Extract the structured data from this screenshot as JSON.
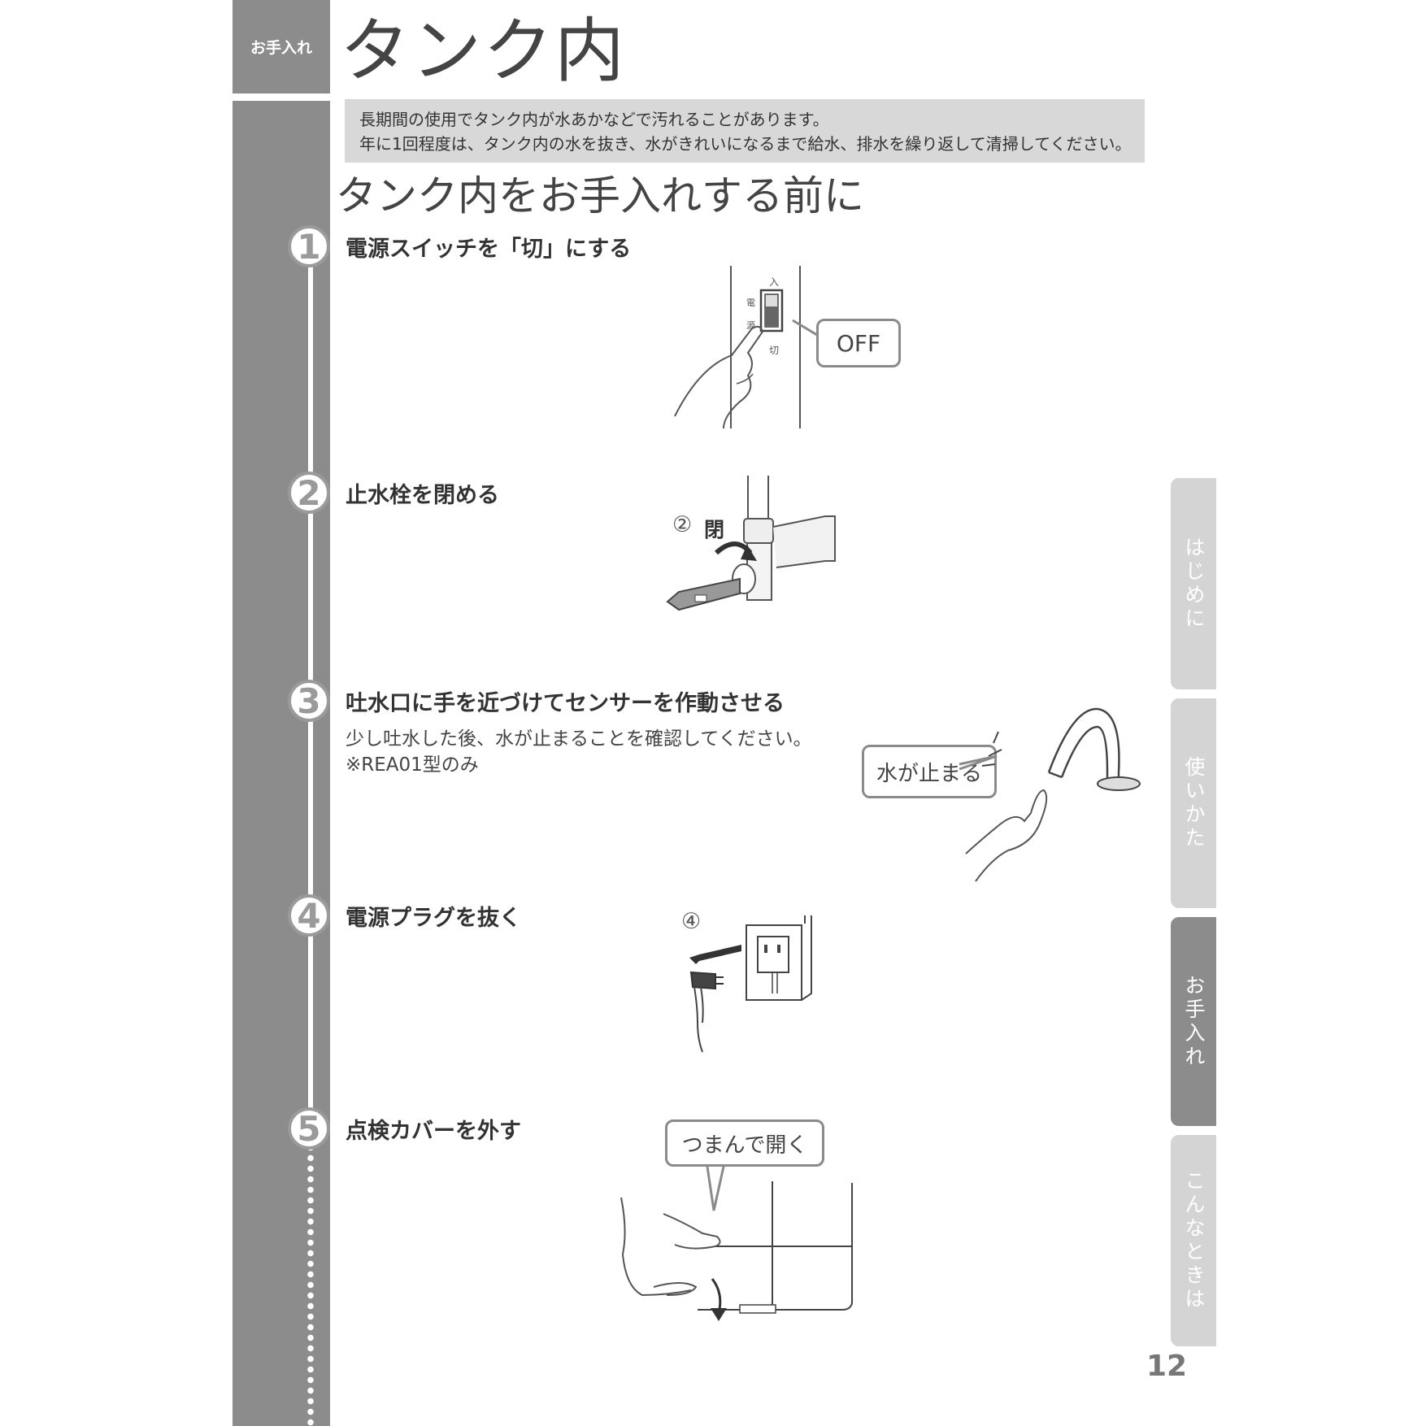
{
  "header": {
    "category_tag": "お手入れ",
    "title": "タンク内"
  },
  "intro": {
    "line1": "長期間の使用でタンク内が水あかなどで汚れることがあります。",
    "line2": "年に1回程度は、タンク内の水を抜き、水がきれいになるまで給水、排水を繰り返して清掃してください。"
  },
  "section_heading": "タンク内をお手入れする前に",
  "steps": [
    {
      "number": "1",
      "heading": "電源スイッチを「切」にする"
    },
    {
      "number": "2",
      "heading": "止水栓を閉める"
    },
    {
      "number": "3",
      "heading": "吐水口に手を近づけてセンサーを作動させる",
      "body1": "少し吐水した後、水が止まることを確認してください。",
      "body2": "※REA01型のみ"
    },
    {
      "number": "4",
      "heading": "電源プラグを抜く"
    },
    {
      "number": "5",
      "heading": "点検カバーを外す"
    }
  ],
  "illustrations": {
    "switch_label_on": "入",
    "switch_label_off": "切",
    "switch_label_side1": "電",
    "switch_label_side2": "源",
    "switch_callout": "OFF",
    "valve_marker": "②",
    "valve_label": "閉",
    "sensor_callout": "水が止まる",
    "plug_marker": "④",
    "cover_callout": "つまんで開く"
  },
  "side_tabs": [
    {
      "label": "はじめに",
      "active": false
    },
    {
      "label": "使いかた",
      "active": false
    },
    {
      "label": "お手入れ",
      "active": true
    },
    {
      "label": "こんなときは",
      "active": false
    }
  ],
  "page_number": "12",
  "colors": {
    "band": "#8c8c8c",
    "tab_inactive": "#d4d4d4",
    "intro_bg": "#d8d8d8"
  }
}
